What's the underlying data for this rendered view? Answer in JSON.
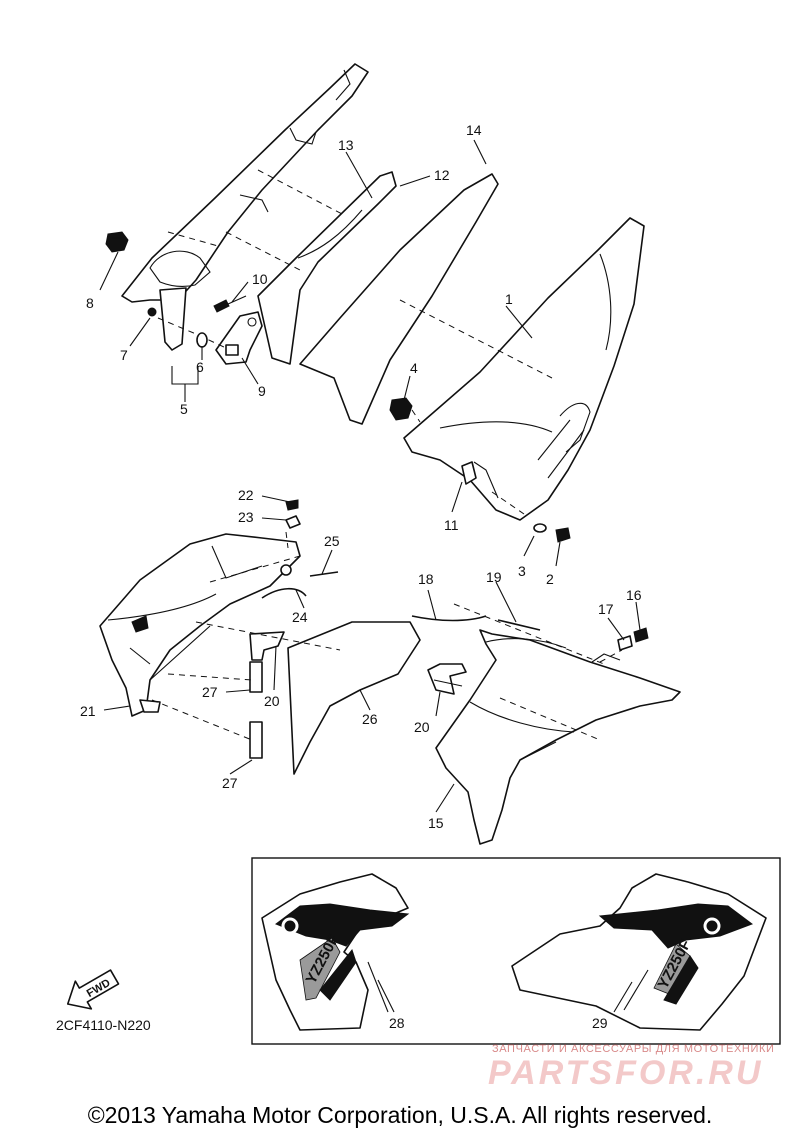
{
  "diagram_code": "2CF4110-N220",
  "fwd_label": "FWD",
  "callouts": {
    "c1": "1",
    "c2": "2",
    "c3": "3",
    "c4": "4",
    "c5": "5",
    "c6": "6",
    "c7": "7",
    "c8": "8",
    "c9": "9",
    "c10": "10",
    "c11": "11",
    "c12": "12",
    "c13": "13",
    "c14": "14",
    "c15": "15",
    "c16": "16",
    "c17": "17",
    "c18": "18",
    "c19": "19",
    "c20a": "20",
    "c20b": "20",
    "c21": "21",
    "c22": "22",
    "c23": "23",
    "c24": "24",
    "c25": "25",
    "c26": "26",
    "c27a": "27",
    "c27b": "27",
    "c28": "28",
    "c29": "29"
  },
  "decal_text": "YZ250F",
  "watermark": {
    "tagline": "ЗАПЧАСТИ И АКСЕССУАРЫ ДЛЯ МОТОТЕХНИКИ",
    "logo": "PARTSFOR.RU"
  },
  "copyright": "©2013 Yamaha Motor Corporation, U.S.A. All rights reserved."
}
